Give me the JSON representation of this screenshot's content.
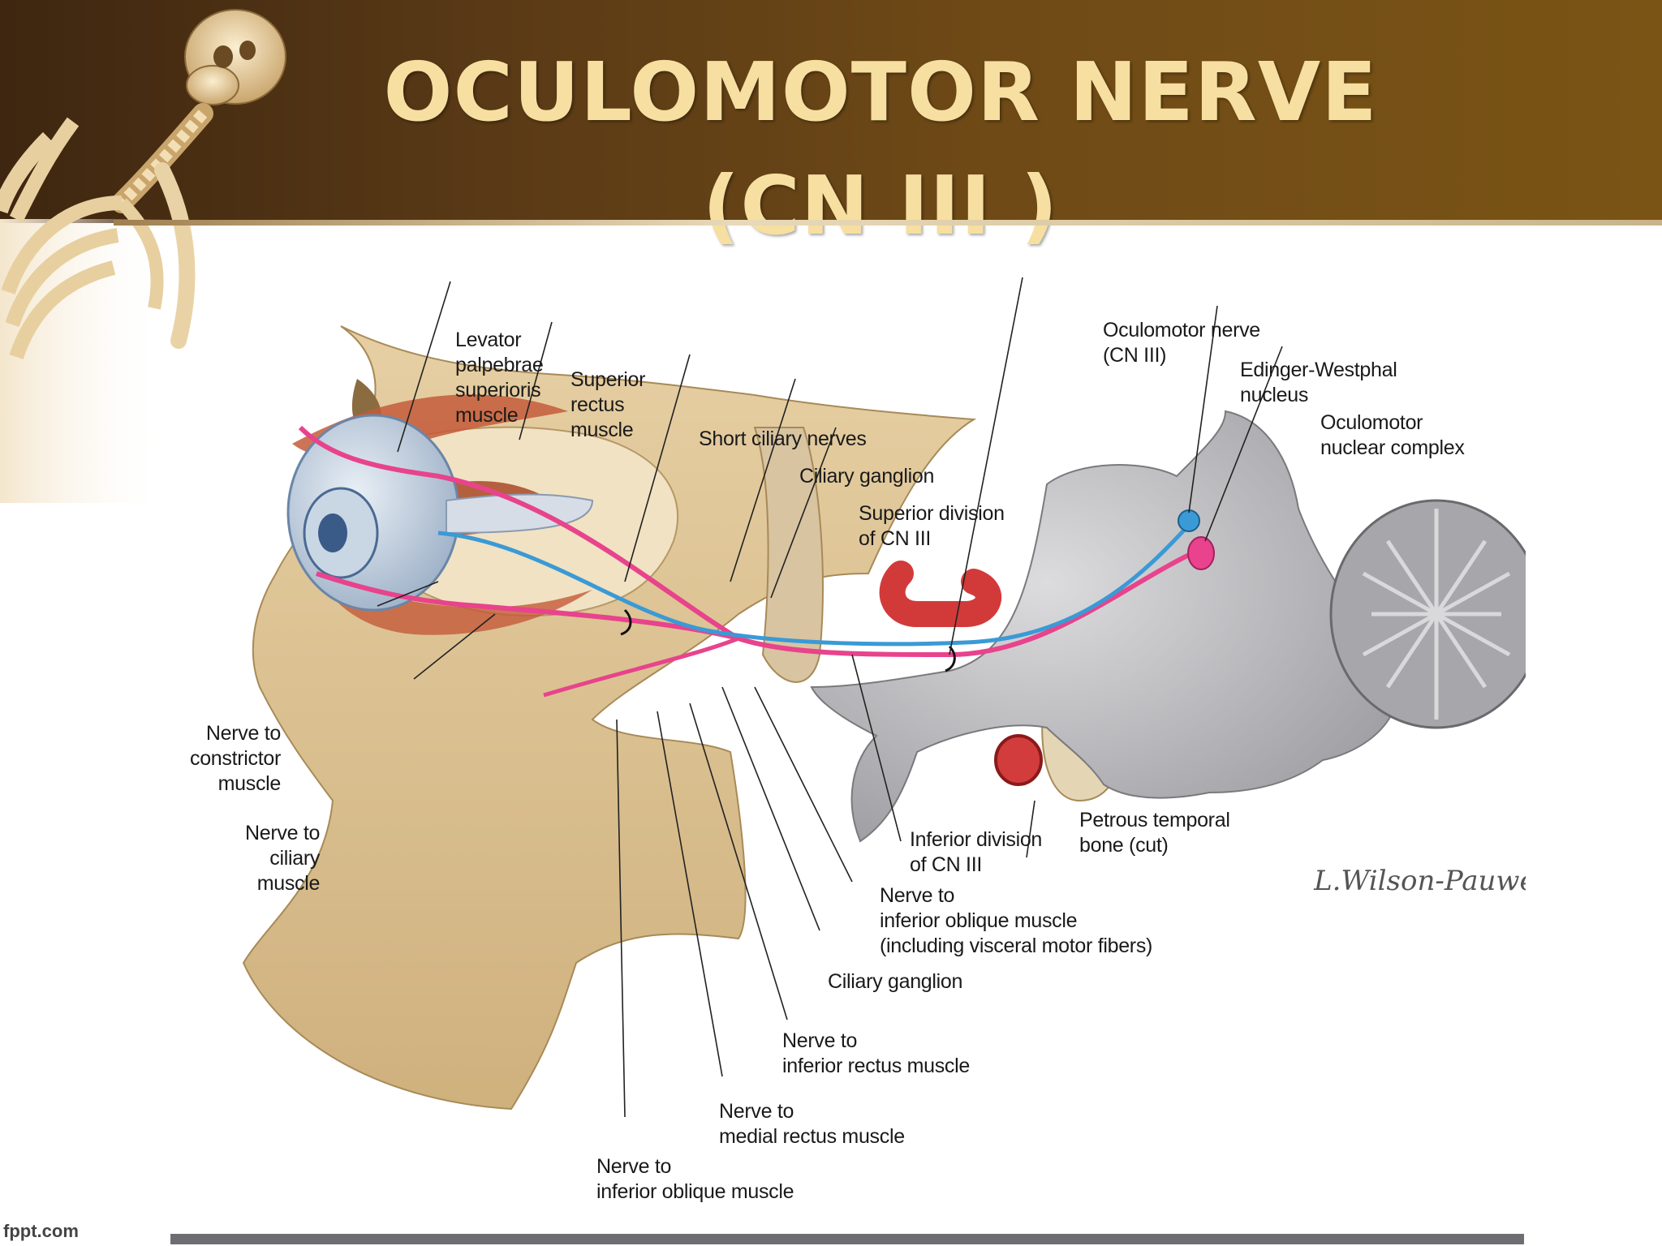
{
  "slide": {
    "title": "OCULOMOTOR NERVE (CN III )",
    "footer": "fppt.com"
  },
  "colors": {
    "header": "#6f4a16",
    "title": "#f6dfa0",
    "bone": "#dcc49a",
    "brain": "#b9b9bc",
    "visceral_fibers": "#3a9ad6",
    "somatic_fibers": "#e8438c"
  },
  "diagram": {
    "labels": {
      "levator": "Levator\npalpebrae\nsuperioris\nmuscle",
      "superior_rectus": "Superior\nrectus\nmuscle",
      "short_ciliary": "Short ciliary nerves",
      "ciliary_ganglion_top": "Ciliary ganglion",
      "superior_division": "Superior division\nof CN III",
      "oculomotor_nerve": "Oculomotor nerve\n(CN III)",
      "edinger_westphal": "Edinger-Westphal\nnucleus",
      "oculomotor_complex": "Oculomotor\nnuclear complex",
      "constrictor": "Nerve to\nconstrictor\nmuscle",
      "ciliary_muscle": "Nerve to\nciliary\nmuscle",
      "inferior_division": "Inferior division\nof CN III",
      "petrous": "Petrous temporal\nbone (cut)",
      "inferior_oblique_visceral": "Nerve to\ninferior oblique muscle\n(including visceral motor fibers)",
      "ciliary_ganglion_bottom": "Ciliary ganglion",
      "inferior_rectus": "Nerve to\ninferior rectus muscle",
      "medial_rectus": "Nerve to\nmedial rectus muscle",
      "inferior_oblique": "Nerve to\ninferior oblique muscle"
    },
    "signature": "L.Wilson-Pauwels"
  }
}
